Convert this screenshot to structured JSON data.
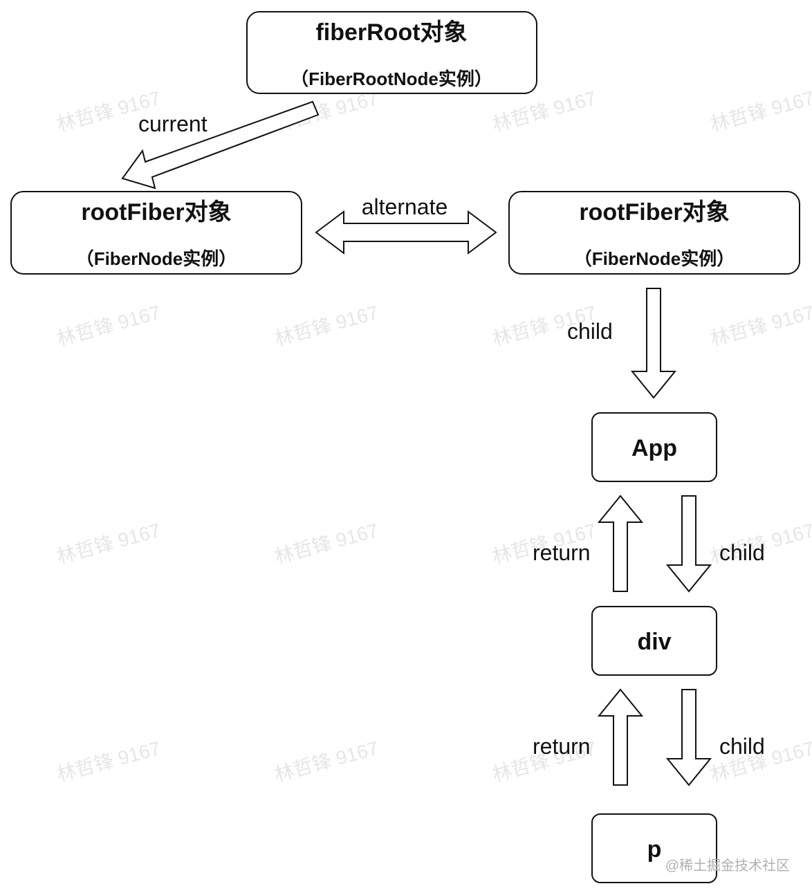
{
  "nodes": {
    "fiber_root": {
      "title": "fiberRoot对象",
      "subtitle": "（FiberRootNode实例）"
    },
    "root_fiber_current": {
      "title": "rootFiber对象",
      "subtitle": "（FiberNode实例）"
    },
    "root_fiber_alternate": {
      "title": "rootFiber对象",
      "subtitle": "（FiberNode实例）"
    },
    "app": {
      "title": "App"
    },
    "div": {
      "title": "div"
    },
    "p": {
      "title": "p"
    }
  },
  "edges": {
    "current": "current",
    "alternate": "alternate",
    "child_root_app": "child",
    "return_div_app": "return",
    "child_app_div": "child",
    "return_p_div": "return",
    "child_div_p": "child"
  },
  "watermark": "林哲锋 9167",
  "credit": "@稀土掘金技术社区"
}
